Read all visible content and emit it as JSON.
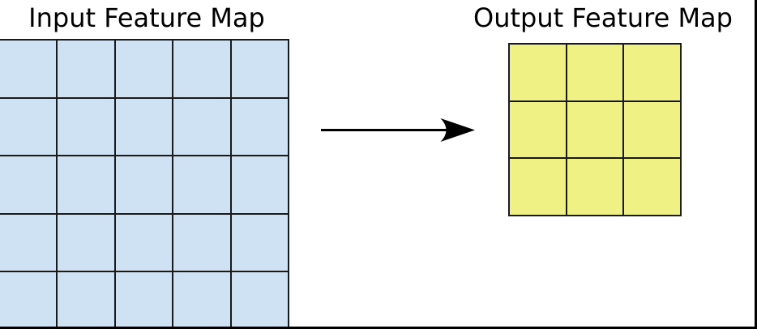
{
  "diagram": {
    "input": {
      "title": "Input Feature Map",
      "rows": 5,
      "cols": 5,
      "cell_color": "#cfe2f3"
    },
    "output": {
      "title": "Output Feature Map",
      "rows": 3,
      "cols": 3,
      "cell_color": "#f0f184"
    },
    "grid_line_color": "#1a1a1a",
    "arrow_color": "#000000",
    "figure_border_color": "#000000",
    "background_color": "#ffffff"
  }
}
